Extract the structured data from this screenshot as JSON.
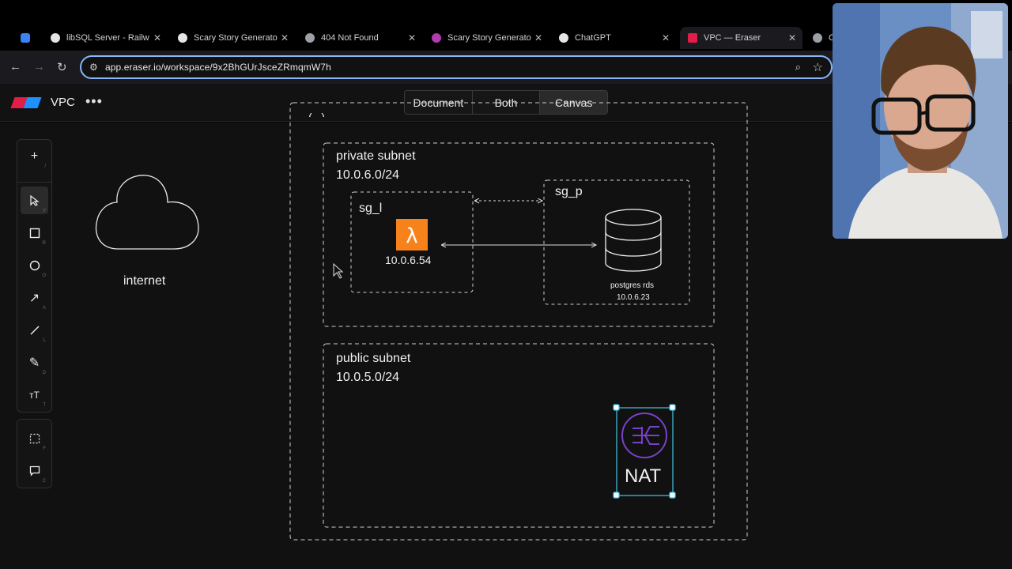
{
  "browser": {
    "tabs": [
      {
        "title": "",
        "pinned": true
      },
      {
        "title": "libSQL Server - Railw",
        "favicon_color": "#e5e5e5"
      },
      {
        "title": "Scary Story Generato",
        "favicon_color": "#e5e5e5"
      },
      {
        "title": "404 Not Found",
        "favicon_color": "#9aa0a6"
      },
      {
        "title": "Scary Story Generato",
        "favicon_color": "#b03cae"
      },
      {
        "title": "ChatGPT",
        "favicon_color": "#e5e5e5"
      },
      {
        "title": "VPC — Eraser",
        "favicon_color": "#e11d48",
        "active": true
      },
      {
        "title": "C",
        "favicon_color": "#9aa0a6"
      }
    ],
    "url": "app.eraser.io/workspace/9x2BhGUrJsceZRmqmW7h"
  },
  "app": {
    "doc_title": "VPC",
    "more_icon": "more-icon",
    "view_modes": [
      "Document",
      "Both",
      "Canvas"
    ],
    "selected_view": "Canvas"
  },
  "tools": {
    "main": [
      {
        "name": "add-icon",
        "glyph": "+",
        "key": "/"
      },
      {
        "name": "select-icon",
        "glyph": "➤",
        "key": "V",
        "selected": true
      },
      {
        "name": "rectangle-icon",
        "glyph": "□",
        "key": "R"
      },
      {
        "name": "circle-icon",
        "glyph": "○",
        "key": "O"
      },
      {
        "name": "arrow-icon",
        "glyph": "↗",
        "key": "A"
      },
      {
        "name": "line-icon",
        "glyph": "/",
        "key": "L"
      },
      {
        "name": "pencil-icon",
        "glyph": "✎",
        "key": "D"
      },
      {
        "name": "text-icon",
        "glyph": "ᴛT",
        "key": "T"
      }
    ],
    "secondary": [
      {
        "name": "frame-icon",
        "glyph": "⬚",
        "key": "F"
      },
      {
        "name": "comment-icon",
        "glyph": "💬",
        "key": "C"
      }
    ]
  },
  "diagram": {
    "vpc_label": "(...)",
    "internet_label": "internet",
    "private_subnet": {
      "title": "private subnet",
      "cidr": "10.0.6.0/24"
    },
    "public_subnet": {
      "title": "public subnet",
      "cidr": "10.0.5.0/24"
    },
    "sg_l": {
      "title": "sg_l",
      "ip": "10.0.6.54",
      "icon": "lambda-icon"
    },
    "sg_p": {
      "title": "sg_p",
      "db_label": "postgres rds",
      "ip": "10.0.6.23",
      "icon": "database-icon"
    },
    "nat": {
      "label": "NAT",
      "icon": "nat-gateway-icon"
    },
    "colors": {
      "lambda": "#f7811a",
      "nat": "#7b3fc9",
      "selection": "#45c5e6"
    }
  }
}
